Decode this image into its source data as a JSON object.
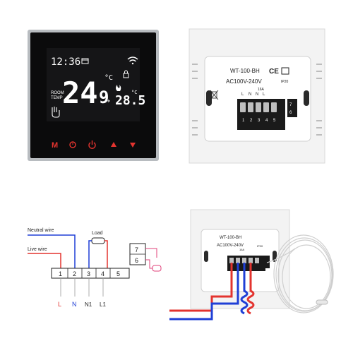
{
  "thermostat_front": {
    "clock": "12:36",
    "current_temp_int": "24",
    "current_temp_dec": "9",
    "current_unit": "°C",
    "set_temp": "28.5",
    "set_unit": "°C",
    "room_label_line1": "ROOM",
    "room_label_line2": "TEMP",
    "buttons": [
      "M",
      "clock",
      "power",
      "up",
      "down"
    ],
    "accent_color": "#e3342f"
  },
  "thermostat_back": {
    "model": "WT-100-BH",
    "voltage": "AC100V-240V",
    "current": "16A",
    "ip_rating": "IP20",
    "ce_mark": "CE",
    "terminal_numbers": [
      "1",
      "2",
      "3",
      "4",
      "5"
    ],
    "terminal_letters": [
      "L",
      "N",
      "N",
      "L"
    ],
    "sensor_terminals": [
      "7",
      "6"
    ]
  },
  "wiring_diagram": {
    "neutral_label": "Neutral wire",
    "live_label": "Live wire",
    "load_label": "Load",
    "terminal_numbers": [
      "1",
      "2",
      "3",
      "4",
      "5"
    ],
    "bottom_labels": [
      "L",
      "N",
      "N1",
      "L1"
    ],
    "sensor_numbers": [
      "7",
      "6"
    ],
    "colors": {
      "neutral": "#1f3fd6",
      "live": "#e3342f",
      "sensor": "#e0417a"
    }
  },
  "installed_back": {
    "model": "WT-100-BH",
    "voltage": "AC100V-240V",
    "current": "16A",
    "ip_rating": "IP20"
  }
}
